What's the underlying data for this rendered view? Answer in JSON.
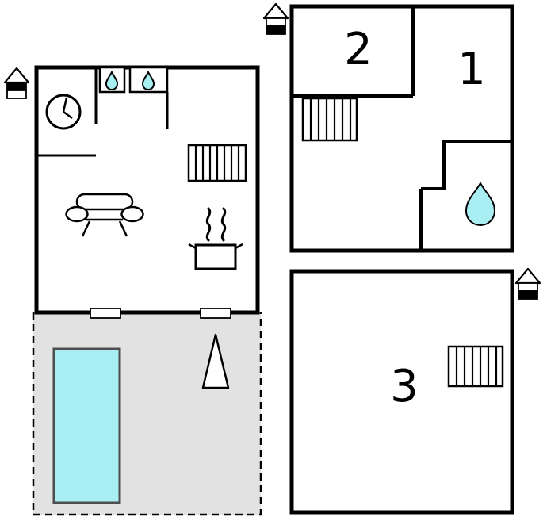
{
  "floors": {
    "ground": {
      "name": "ground-floor",
      "rooms": [],
      "features": [
        "clock",
        "sink-with-drop",
        "sink-with-drop",
        "stairs",
        "sofa",
        "stove-with-steam",
        "door",
        "door"
      ]
    },
    "first": {
      "name": "first-floor",
      "rooms": [
        {
          "number": "2"
        },
        {
          "number": "1"
        }
      ],
      "features": [
        "stairs",
        "bathroom-water-drop"
      ]
    },
    "top": {
      "name": "top-floor",
      "rooms": [
        {
          "number": "3"
        }
      ],
      "features": [
        "stairs"
      ]
    },
    "terrace": {
      "name": "terrace",
      "features": [
        "swimming-pool",
        "tree"
      ]
    }
  },
  "colors": {
    "wall": "#000000",
    "canvas": "#ffffff",
    "terrace_fill": "#e2e2e2",
    "pool_fill": "#a9eef2",
    "pool_border": "#4d4d4d",
    "water_drop_fill": "#a9eef2"
  },
  "icons": {
    "storey_indicator_ground": {
      "name": "house-storey-icon",
      "filled_band": "top"
    },
    "storey_indicator_first": {
      "name": "house-storey-icon",
      "filled_band": "bottom"
    },
    "storey_indicator_top": {
      "name": "house-storey-icon",
      "filled_band": "bottom"
    },
    "feature_icons": [
      "clock-icon",
      "water-drop-icon",
      "stairs-icon",
      "sofa-icon",
      "stove-icon",
      "steam-icon",
      "door-icon",
      "tree-icon",
      "pool"
    ]
  }
}
